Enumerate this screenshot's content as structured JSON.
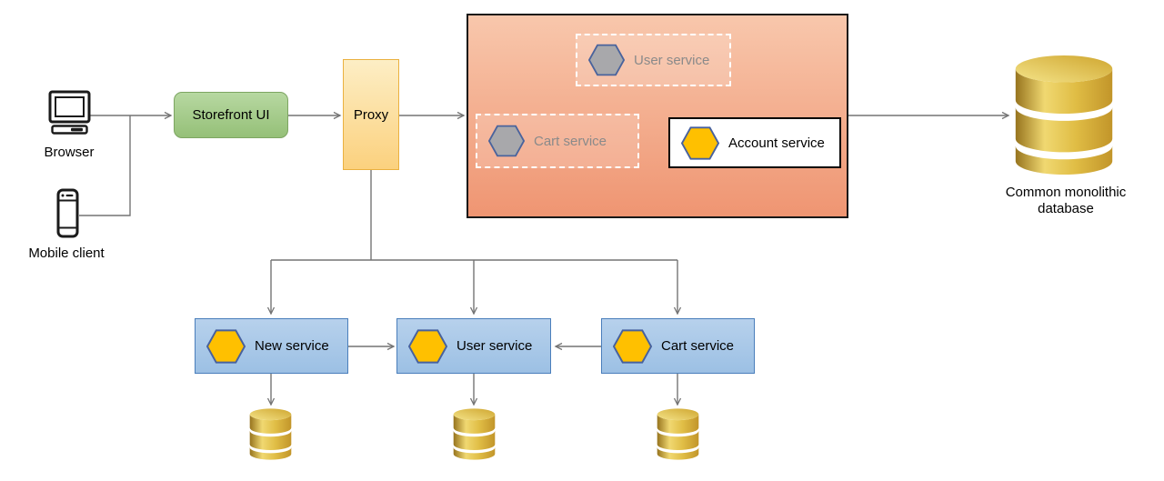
{
  "diagram": {
    "clients": {
      "browser": "Browser",
      "mobile": "Mobile client"
    },
    "storefront": {
      "label": "Storefront UI"
    },
    "proxy": {
      "label": "Proxy"
    },
    "monolith": {
      "ghost_services": [
        {
          "label": "User service"
        },
        {
          "label": "Cart service"
        }
      ],
      "account_service": {
        "label": "Account service"
      },
      "database": {
        "label": "Common monolithic database"
      }
    },
    "new_services": [
      {
        "label": "New service"
      },
      {
        "label": "User service"
      },
      {
        "label": "Cart service"
      }
    ],
    "colors": {
      "storefront_green": "#a9cf8c",
      "proxy_yellow": "#fbd17e",
      "monolith_salmon": "#f2a482",
      "service_blue": "#a8c8e8",
      "hexagon_yellow": "#ffc000",
      "hexagon_gray": "#a8a8ab",
      "hexagon_border_blue": "#47619e",
      "database_gold": "#d9b13f",
      "arrow_gray": "#747474"
    }
  }
}
